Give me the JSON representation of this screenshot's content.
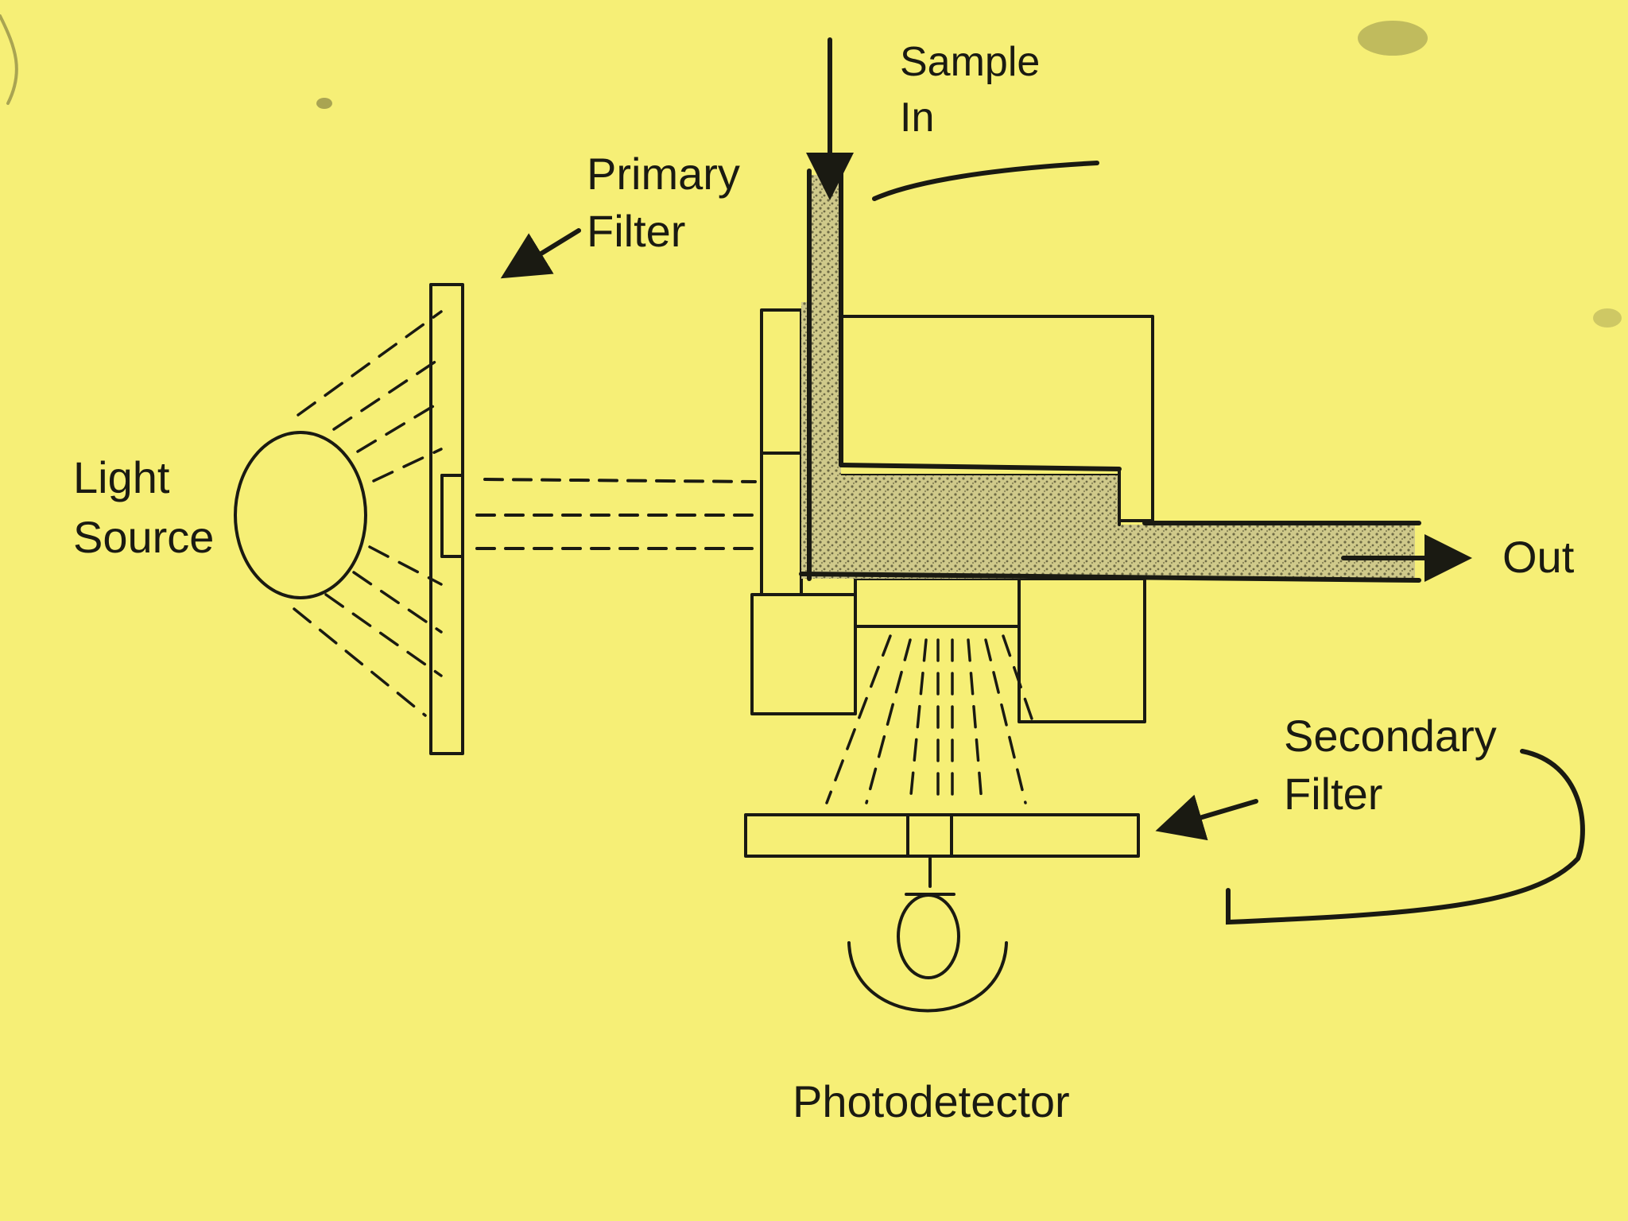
{
  "background_color": "#f6ef76",
  "ink_color": "#1a1a12",
  "labels": {
    "sample_line1": "Sample",
    "sample_line2": "In",
    "primary_line1": "Primary",
    "primary_line2": "Filter",
    "light_line1": "Light",
    "light_line2": "Source",
    "out": "Out",
    "secondary_line1": "Secondary",
    "secondary_line2": "Filter",
    "photodetector": "Photodetector"
  }
}
